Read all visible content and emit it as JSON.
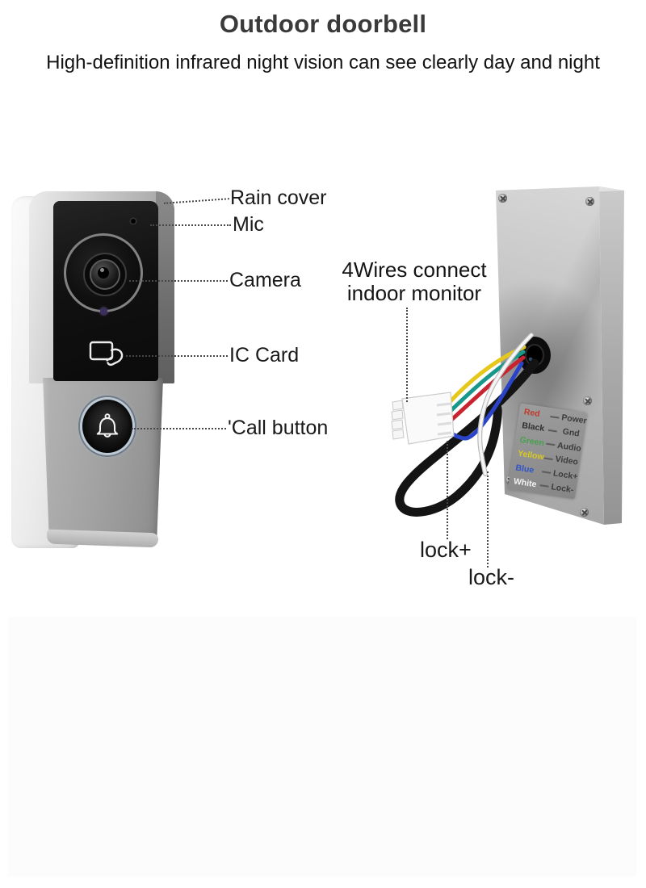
{
  "header": {
    "title": "Outdoor doorbell",
    "subtitle": "High-definition infrared night vision can see clearly day and night"
  },
  "front_view": {
    "labels": {
      "rain_cover": "Rain cover",
      "mic": "Mic",
      "camera": "Camera",
      "ic_card": "IC Card",
      "call_button": "'Call button"
    }
  },
  "back_view": {
    "wiring_note": {
      "line1": "4Wires connect",
      "line2": "indoor monitor"
    },
    "lock_plus_label": "lock+",
    "lock_minus_label": "lock-",
    "panel_legend": [
      {
        "wire": "Red",
        "signal": "Power",
        "color": "#c0392b"
      },
      {
        "wire": "Black",
        "signal": "Gnd",
        "color": "#2e2e2e"
      },
      {
        "wire": "Green",
        "signal": "Audio",
        "color": "#47a04e"
      },
      {
        "wire": "Yellow",
        "signal": "Video",
        "color": "#d9ca1f"
      },
      {
        "wire": "Blue",
        "signal": "Lock+",
        "color": "#2e52cc"
      },
      {
        "wire": "White",
        "signal": "Lock-",
        "color": "#f3f3f3"
      }
    ],
    "wire_colors": {
      "red": "#c8232e",
      "green": "#17988a",
      "yellow": "#e6c81c",
      "blue": "#2944c8",
      "black": "#141414",
      "white": "#f5f5f5",
      "white_edge": "#b9b9b9"
    }
  }
}
